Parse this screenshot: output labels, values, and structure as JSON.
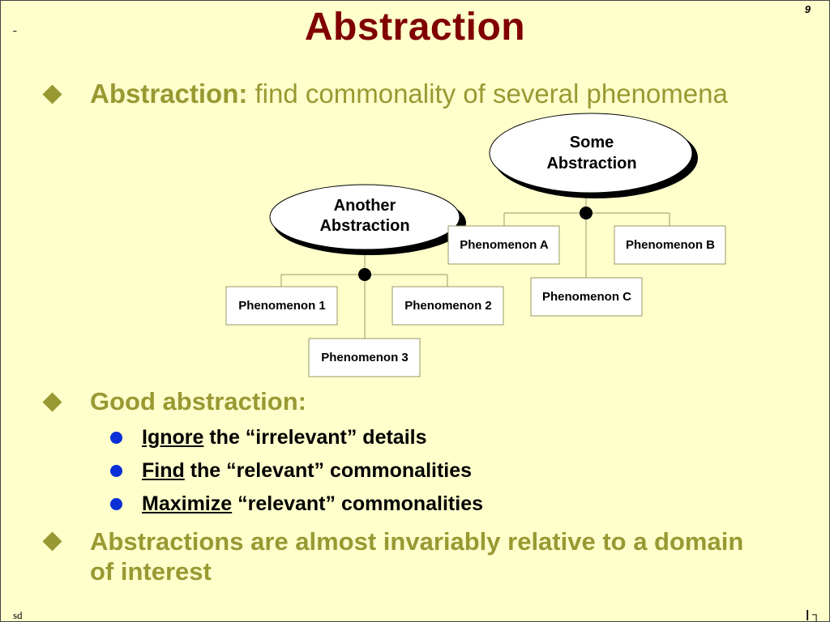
{
  "slide": {
    "title": "Abstraction",
    "number": "9",
    "corner_mark": "˗",
    "footer_left": "sd",
    "footer_right": "| ┐"
  },
  "bullets": {
    "first": {
      "term": "Abstraction:",
      "text": " find commonality of several phenomena"
    },
    "good": {
      "heading": "Good abstraction:"
    },
    "sub": [
      {
        "keyword": "Ignore",
        "rest": " the “irrelevant” details"
      },
      {
        "keyword": "Find",
        "rest": " the “relevant” commonalities"
      },
      {
        "keyword": "Maximize",
        "rest": " “relevant” commonalities"
      }
    ],
    "last": "Abstractions are almost invariably relative to a domain of interest"
  },
  "diagram": {
    "some_abstraction": [
      "Some",
      "Abstraction"
    ],
    "another_abstraction": [
      "Another",
      "Abstraction"
    ],
    "phenomena": {
      "a": "Phenomenon A",
      "b": "Phenomenon B",
      "c": "Phenomenon C",
      "p1": "Phenomenon 1",
      "p2": "Phenomenon 2",
      "p3": "Phenomenon 3"
    }
  },
  "colors": {
    "title": "#800000",
    "olive": "#999933",
    "background": "#ffffcc",
    "sub_bullet": "#0a2fd6"
  }
}
